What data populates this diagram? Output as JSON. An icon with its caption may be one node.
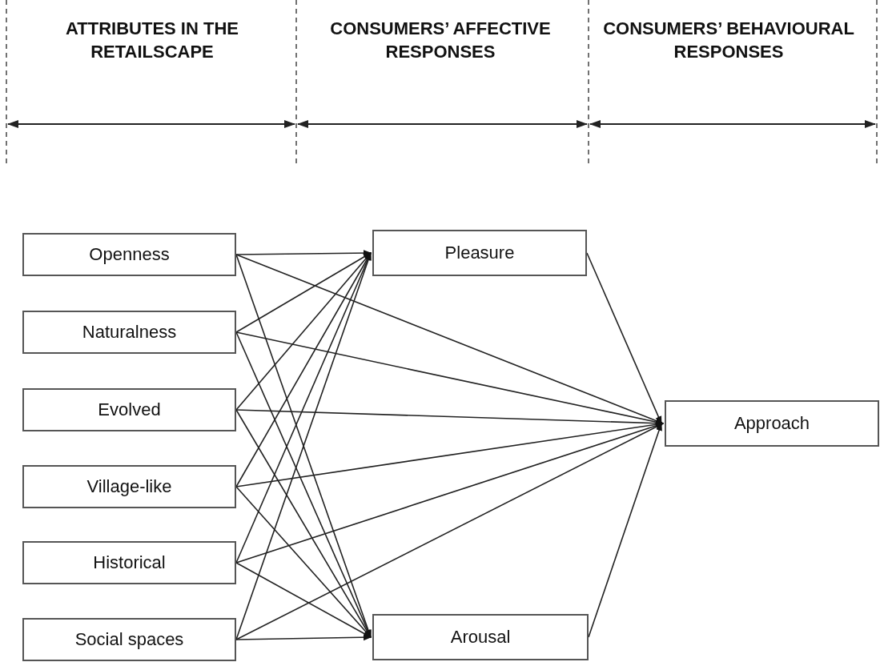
{
  "diagram": {
    "nodes": [
      {
        "text": [
          "Openness"
        ]
      },
      {
        "text": [
          "Naturalness"
        ]
      },
      {
        "text": [
          "Evolved"
        ]
      },
      {
        "text": [
          "Village-like"
        ]
      },
      {
        "text": [
          "Historical"
        ]
      },
      {
        "text": [
          "Social spaces"
        ]
      },
      {
        "text": [
          "Pleasure"
        ]
      },
      {
        "text": [
          "Arousal"
        ]
      },
      {
        "text": [
          "Approach"
        ]
      }
    ],
    "edges": [
      {
        "from": 0,
        "to": 6,
        "arrow": "to"
      },
      {
        "from": 0,
        "to": 7,
        "arrow": "to"
      },
      {
        "from": 0,
        "to": 8,
        "arrow": "to"
      },
      {
        "from": 1,
        "to": 6,
        "arrow": "to"
      },
      {
        "from": 1,
        "to": 7,
        "arrow": "to"
      },
      {
        "from": 1,
        "to": 8,
        "arrow": "to"
      },
      {
        "from": 2,
        "to": 6,
        "arrow": "to"
      },
      {
        "from": 2,
        "to": 7,
        "arrow": "to"
      },
      {
        "from": 2,
        "to": 8,
        "arrow": "to"
      },
      {
        "from": 3,
        "to": 6,
        "arrow": "to"
      },
      {
        "from": 3,
        "to": 7,
        "arrow": "to"
      },
      {
        "from": 3,
        "to": 8,
        "arrow": "to"
      },
      {
        "from": 4,
        "to": 6,
        "arrow": "to"
      },
      {
        "from": 4,
        "to": 7,
        "arrow": "to"
      },
      {
        "from": 4,
        "to": 8,
        "arrow": "to"
      },
      {
        "from": 5,
        "to": 6,
        "arrow": "to"
      },
      {
        "from": 5,
        "to": 7,
        "arrow": "to"
      },
      {
        "from": 5,
        "to": 8,
        "arrow": "to"
      },
      {
        "from": 6,
        "to": 8,
        "arrow": "to"
      },
      {
        "from": 7,
        "to": 8,
        "arrow": "to"
      }
    ],
    "labels": [
      "ATTRIBUTES IN THE RETAILSCAPE",
      "CONSUMERS’ AFFECTIVE RESPONSES",
      "CONSUMERS’ BEHAVIOURAL RESPONSES"
    ]
  }
}
